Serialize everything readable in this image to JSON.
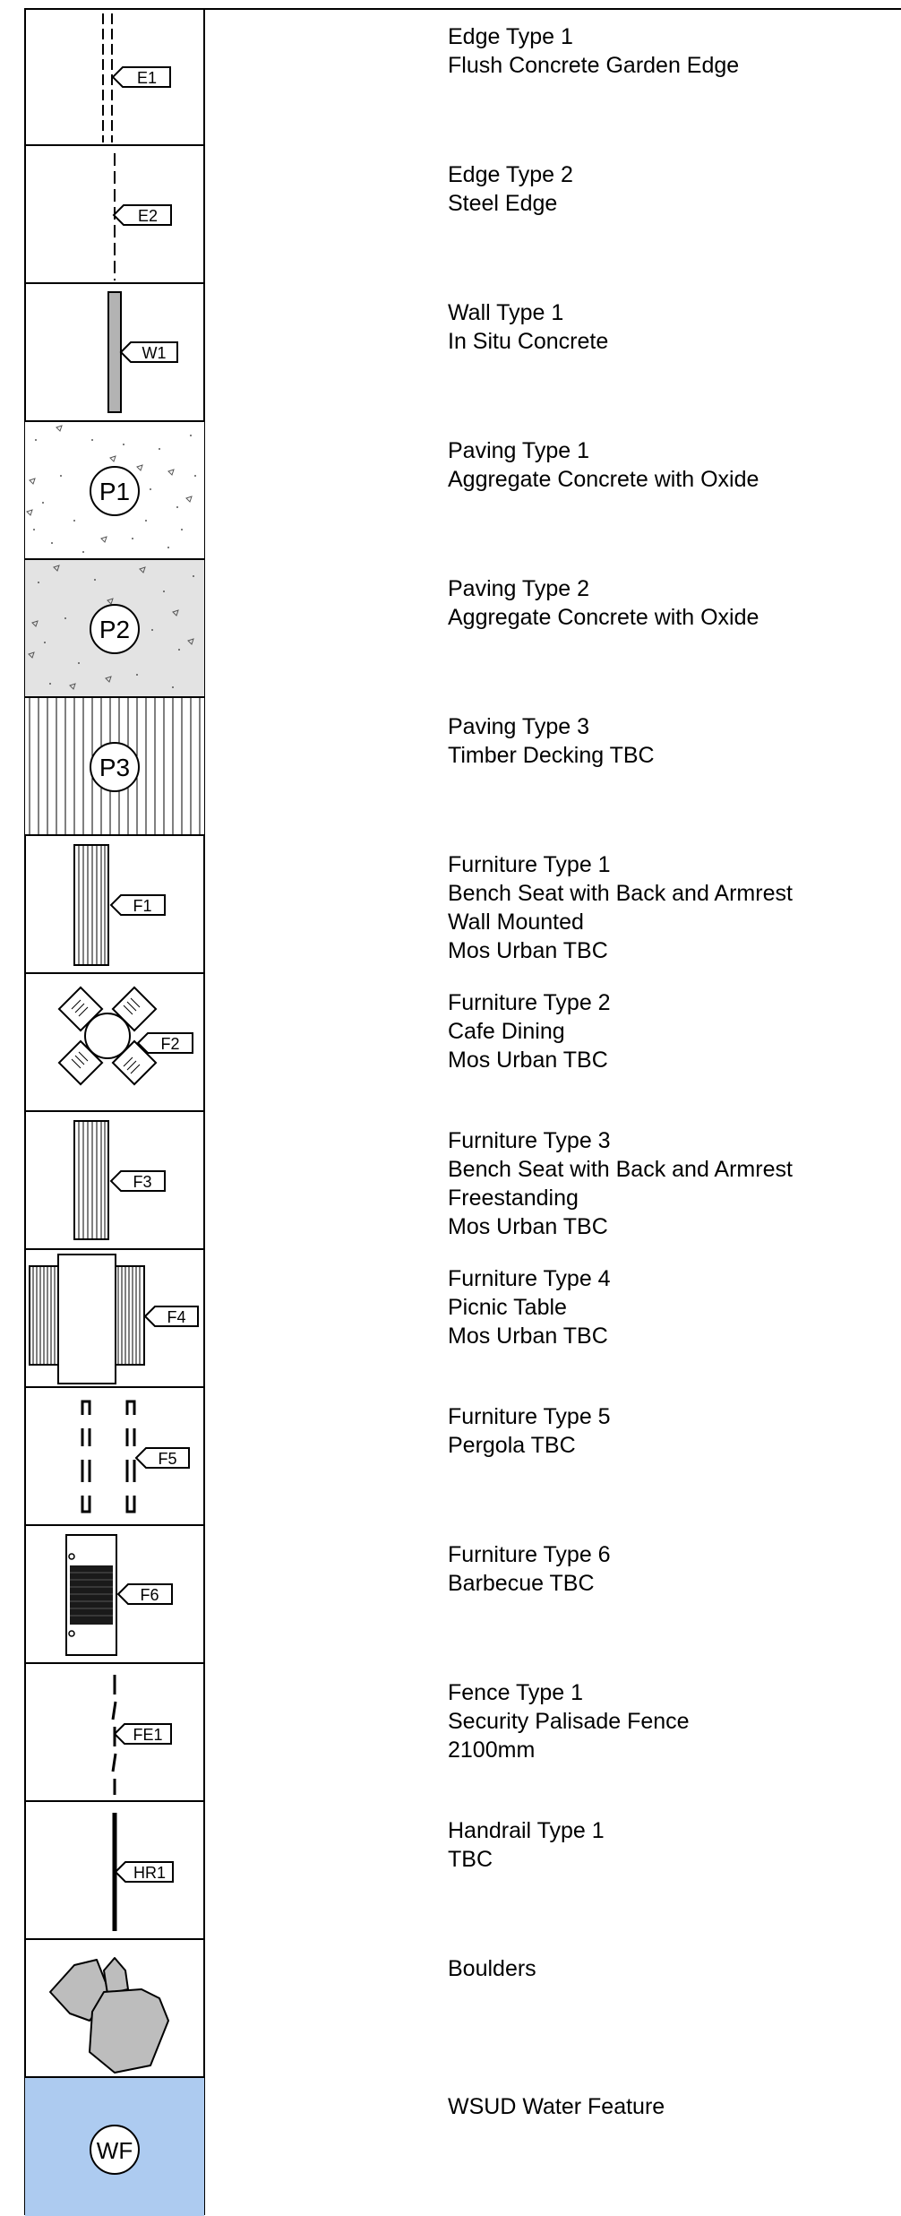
{
  "legend": {
    "rows": [
      {
        "id": "edge-type-1",
        "tag": "E1",
        "lines": [
          "Edge Type 1",
          "Flush Concrete Garden Edge"
        ]
      },
      {
        "id": "edge-type-2",
        "tag": "E2",
        "lines": [
          "Edge Type 2",
          "Steel Edge"
        ]
      },
      {
        "id": "wall-type-1",
        "tag": "W1",
        "lines": [
          "Wall Type 1",
          "In Situ Concrete"
        ]
      },
      {
        "id": "paving-type-1",
        "tag": "P1",
        "lines": [
          "Paving Type 1",
          "Aggregate Concrete with Oxide"
        ]
      },
      {
        "id": "paving-type-2",
        "tag": "P2",
        "lines": [
          "Paving Type 2",
          "Aggregate Concrete with Oxide"
        ]
      },
      {
        "id": "paving-type-3",
        "tag": "P3",
        "lines": [
          "Paving Type 3",
          "Timber Decking TBC"
        ]
      },
      {
        "id": "furniture-type-1",
        "tag": "F1",
        "lines": [
          "Furniture Type 1",
          "Bench Seat with Back and Armrest",
          "Wall Mounted",
          "Mos Urban TBC"
        ]
      },
      {
        "id": "furniture-type-2",
        "tag": "F2",
        "lines": [
          "Furniture Type 2",
          "Cafe Dining",
          "Mos Urban TBC"
        ]
      },
      {
        "id": "furniture-type-3",
        "tag": "F3",
        "lines": [
          "Furniture Type 3",
          "Bench Seat with Back and Armrest",
          "Freestanding",
          "Mos Urban TBC"
        ]
      },
      {
        "id": "furniture-type-4",
        "tag": "F4",
        "lines": [
          "Furniture Type 4",
          "Picnic Table",
          "Mos Urban TBC"
        ]
      },
      {
        "id": "furniture-type-5",
        "tag": "F5",
        "lines": [
          "Furniture Type 5",
          "Pergola TBC"
        ]
      },
      {
        "id": "furniture-type-6",
        "tag": "F6",
        "lines": [
          "Furniture Type 6",
          "Barbecue TBC"
        ]
      },
      {
        "id": "fence-type-1",
        "tag": "FE1",
        "lines": [
          "Fence Type 1",
          "Security Palisade Fence",
          "2100mm"
        ]
      },
      {
        "id": "handrail-type-1",
        "tag": "HR1",
        "lines": [
          "Handrail Type 1",
          "TBC"
        ]
      },
      {
        "id": "boulders",
        "tag": "",
        "lines": [
          "Boulders"
        ]
      },
      {
        "id": "wsud-water-feature",
        "tag": "WF",
        "lines": [
          "WSUD Water Feature"
        ]
      }
    ]
  },
  "colors": {
    "line": "#000000",
    "wall_fill": "#b3b3b3",
    "paving_2_fill": "#e3e3e3",
    "boulder_fill": "#bdbdbd",
    "water_fill": "#adcbf0",
    "grill_fill": "#1a1a1a"
  }
}
